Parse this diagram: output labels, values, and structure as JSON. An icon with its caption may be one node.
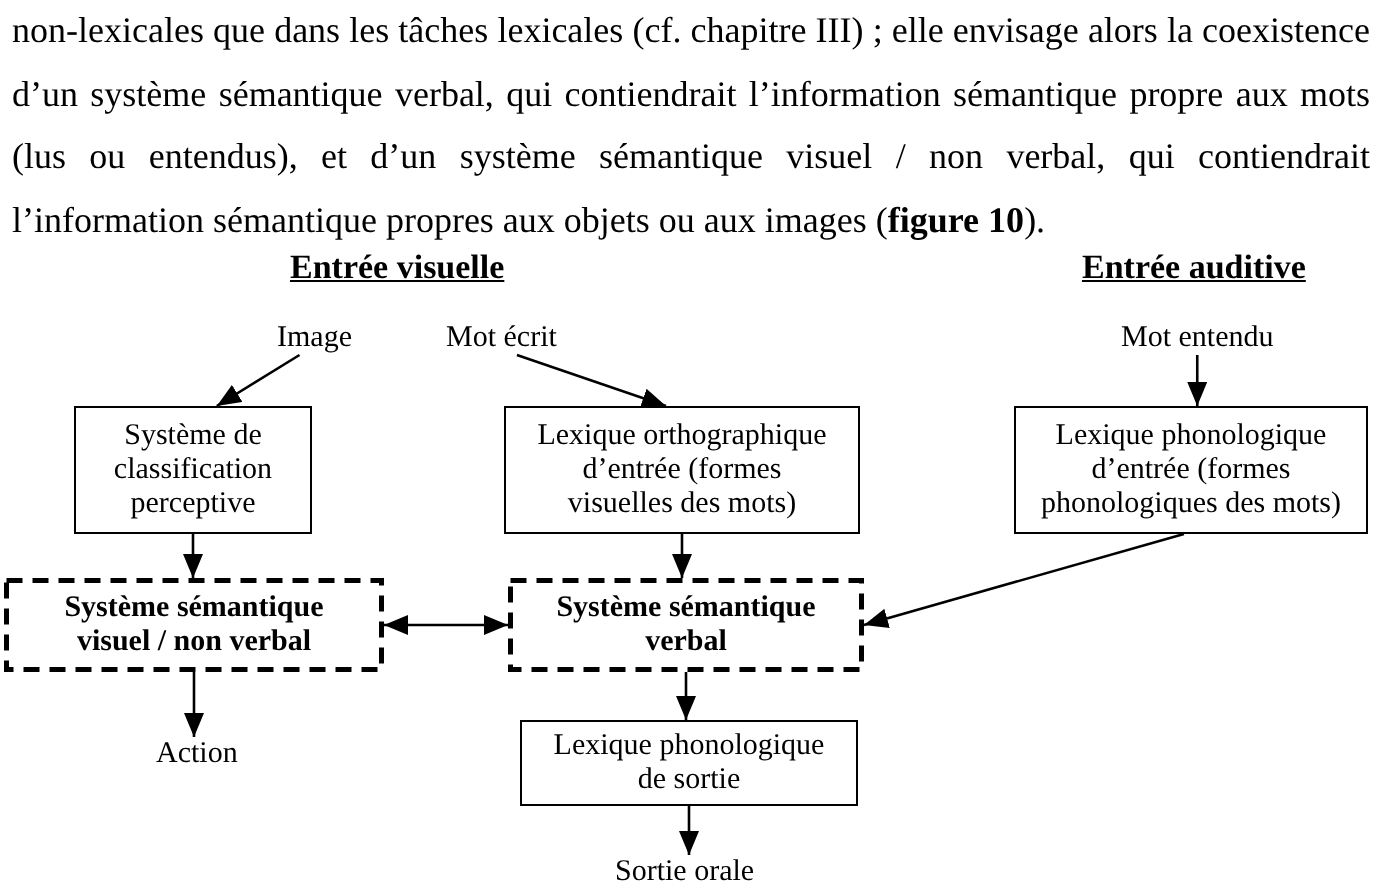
{
  "diagram": {
    "nodes": [
      {
        "text": [
          "Image"
        ]
      },
      {
        "text": [
          "Mot écrit"
        ]
      },
      {
        "text": [
          "Mot entendu"
        ]
      },
      {
        "text": [
          "Système de classification perceptive"
        ]
      },
      {
        "text": [
          "Lexique orthographique d’entrée (formes visuelles des mots)"
        ]
      },
      {
        "text": [
          "Lexique phonologique d’entrée (formes phonologiques des mots)"
        ]
      },
      {
        "text": [
          "Système sémantique visuel / non verbal"
        ]
      },
      {
        "text": [
          "Système sémantique verbal"
        ]
      },
      {
        "text": [
          "Action"
        ]
      },
      {
        "text": [
          "Lexique phonologique de sortie"
        ]
      },
      {
        "text": [
          "Sortie orale"
        ]
      }
    ],
    "edges": [
      {
        "from": 0,
        "to": 3,
        "arrow": "to"
      },
      {
        "from": 1,
        "to": 4,
        "arrow": "to"
      },
      {
        "from": 2,
        "to": 5,
        "arrow": "to"
      },
      {
        "from": 3,
        "to": 6,
        "arrow": "to"
      },
      {
        "from": 4,
        "to": 7,
        "arrow": "to"
      },
      {
        "from": 5,
        "to": 7,
        "arrow": "to"
      },
      {
        "from": 6,
        "to": 7,
        "arrow": "both"
      },
      {
        "from": 6,
        "to": 8,
        "arrow": "to"
      },
      {
        "from": 7,
        "to": 9,
        "arrow": "to"
      },
      {
        "from": 9,
        "to": 10,
        "arrow": "to"
      }
    ],
    "labels": [
      "non-lexicales que dans les tâches lexicales (cf. chapitre III) ; elle envisage alors la coexistence d’un système sémantique verbal, qui contiendrait l’information sémantique propre aux mots (lus ou entendus), et d’un système sémantique visuel / non verbal, qui contiendrait l’information sémantique propres aux objets ou aux images (**figure 10**).",
      "Entrée visuelle",
      "Entrée auditive"
    ]
  }
}
